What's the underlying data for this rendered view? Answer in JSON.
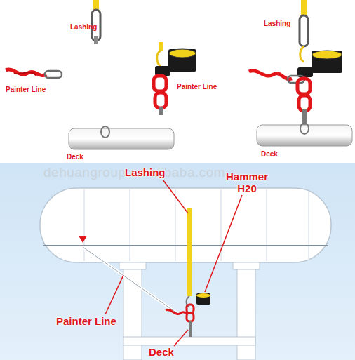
{
  "diagram": {
    "labels": [
      "Lashing",
      "Lashing",
      "Painter Line",
      "Painter Line",
      "Deck",
      "Deck",
      "dehuangroup.en.alibaba.com",
      "Lashing",
      "Hammer H20",
      "Painter Line",
      "Deck"
    ]
  }
}
